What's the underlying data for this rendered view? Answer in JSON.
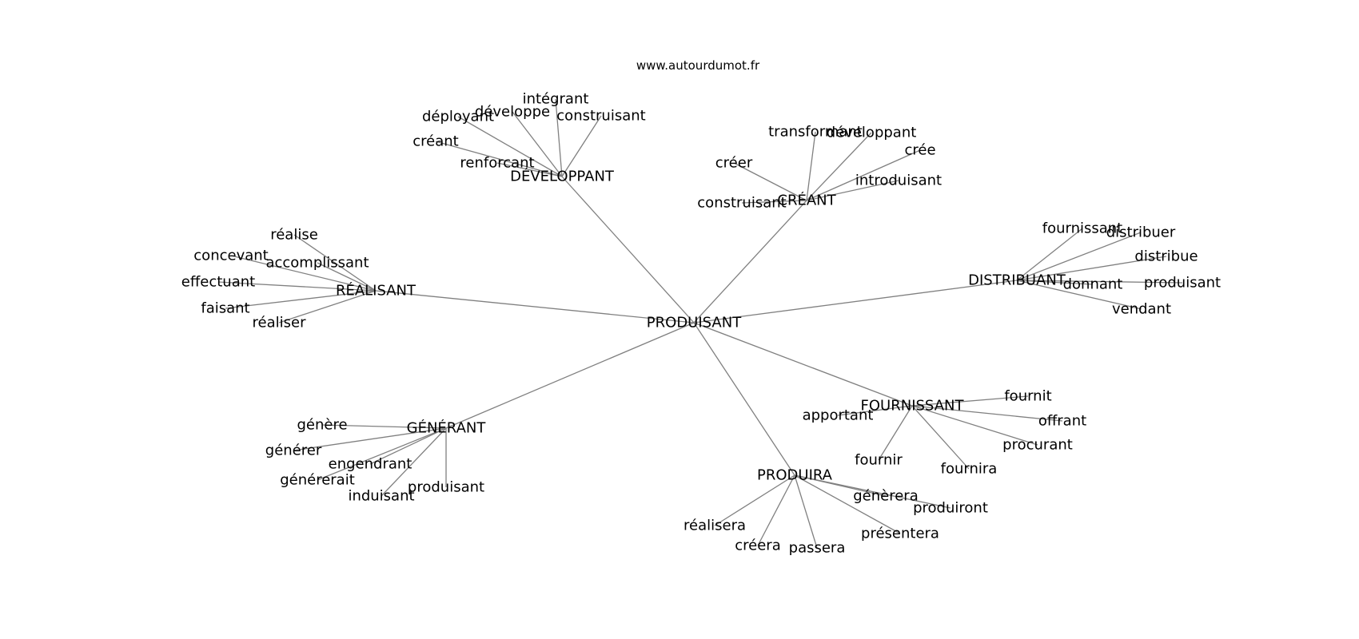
{
  "site": "www.autourdumot.fr",
  "colors": {
    "edge": "#808080",
    "text": "#000000",
    "background": "#ffffff"
  },
  "center": {
    "label": "PRODUISANT"
  },
  "hubs": [
    {
      "id": "developpant",
      "label": "DÉVELOPPANT",
      "leaves": [
        "intégrant",
        "déployant",
        "développe",
        "construisant",
        "créant",
        "renforcant"
      ]
    },
    {
      "id": "creant",
      "label": "CRÉANT",
      "leaves": [
        "transformant",
        "développant",
        "crée",
        "créer",
        "introduisant",
        "construisant"
      ]
    },
    {
      "id": "realisant",
      "label": "RÉALISANT",
      "leaves": [
        "réalise",
        "concevant",
        "accomplissant",
        "effectuant",
        "faisant",
        "réaliser"
      ]
    },
    {
      "id": "distribuant",
      "label": "DISTRIBUANT",
      "leaves": [
        "fournissant",
        "distribuer",
        "distribue",
        "donnant",
        "produisant",
        "vendant"
      ]
    },
    {
      "id": "fournissant",
      "label": "FOURNISSANT",
      "leaves": [
        "fournit",
        "apportant",
        "offrant",
        "procurant",
        "fournir",
        "fournira"
      ]
    },
    {
      "id": "generant",
      "label": "GÉNÉRANT",
      "leaves": [
        "génère",
        "générer",
        "engendrant",
        "générerait",
        "induisant",
        "produisant"
      ]
    },
    {
      "id": "produira",
      "label": "PRODUIRA",
      "leaves": [
        "génèrera",
        "produiront",
        "réalisera",
        "présentera",
        "créera",
        "passera"
      ]
    }
  ]
}
